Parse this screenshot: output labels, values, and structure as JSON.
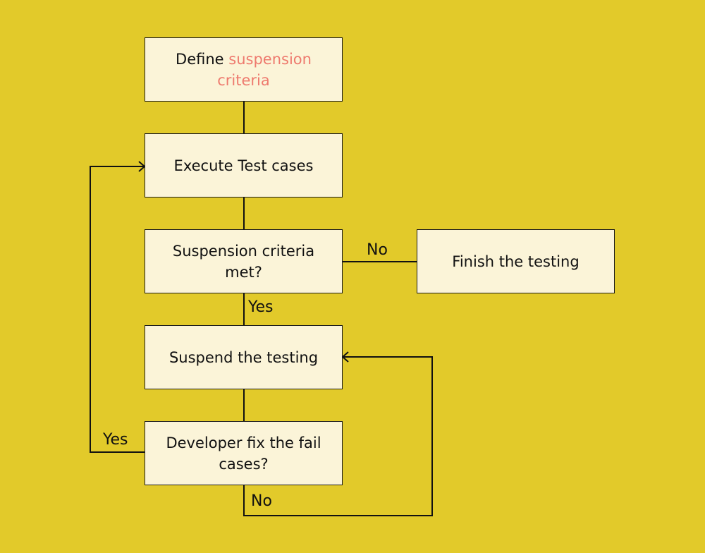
{
  "colors": {
    "background": "#E2CA2A",
    "box_fill": "#FBF4D8",
    "line": "#111111",
    "accent": "#EE7A6E"
  },
  "nodes": {
    "define": {
      "prefix": "Define ",
      "highlight": "suspension criteria"
    },
    "execute": "Execute Test cases",
    "criteria_met": "Suspension criteria met?",
    "finish": "Finish the testing",
    "suspend": "Suspend the testing",
    "developer_fix": "Developer fix the fail cases?"
  },
  "edge_labels": {
    "criteria_no": "No",
    "criteria_yes": "Yes",
    "fix_yes": "Yes",
    "fix_no": "No"
  }
}
